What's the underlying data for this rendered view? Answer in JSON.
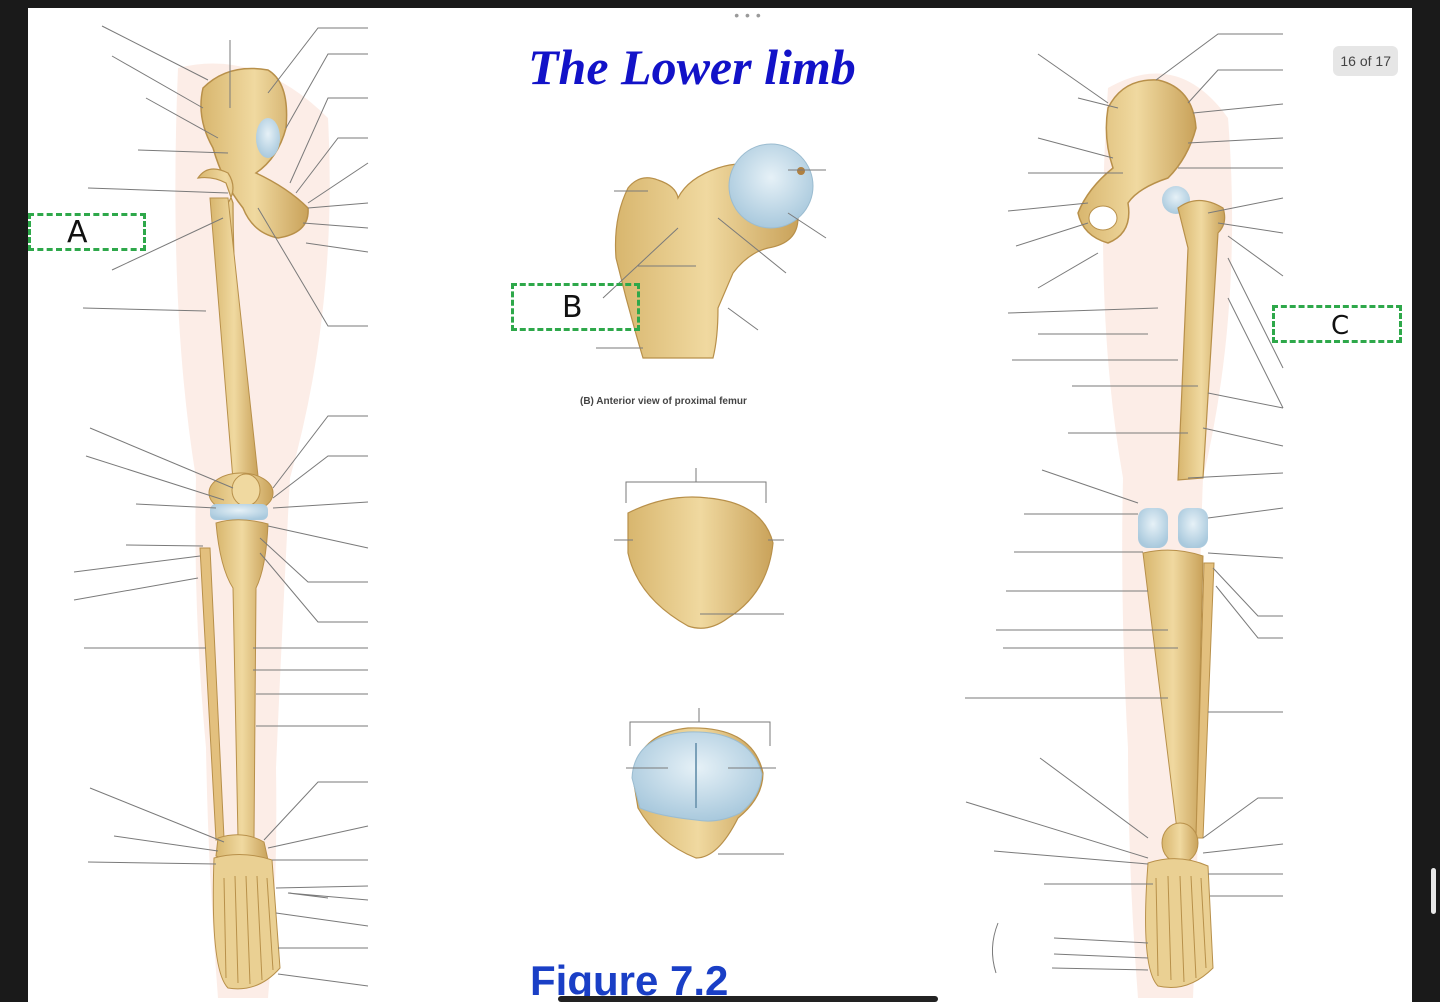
{
  "title": "The Lower limb",
  "caption": "(B) Anterior view of proximal femur",
  "figure_label": "Figure 7.2",
  "page_counter": "16 of 17",
  "answer_boxes": {
    "a": "A",
    "b": "B",
    "c": "C"
  },
  "colors": {
    "title": "#1212c8",
    "figure_label": "#1a3fc6",
    "bone": "#e9cf8e",
    "bone_shade": "#c9a25a",
    "cartilage": "#b9d6e6",
    "skin": "#fbe6de",
    "leader_line": "#7a7a7a",
    "answer_box": "#2ea84a"
  },
  "icons": [
    "more-dots-icon"
  ]
}
